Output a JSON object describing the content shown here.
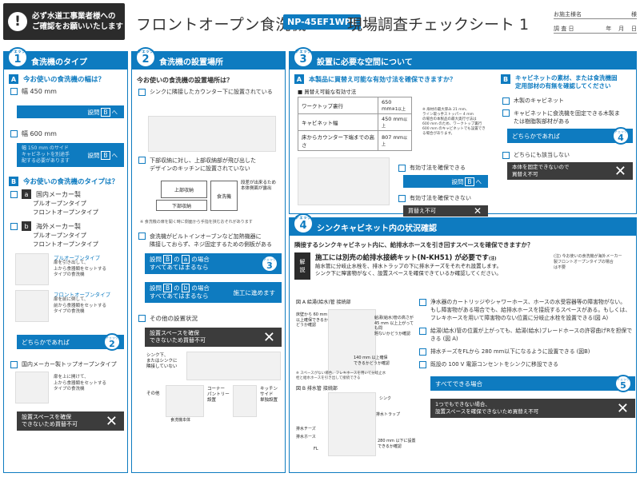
{
  "header": {
    "notice_text": "必ず水道工事業者様への\nご確認をお願いいたします",
    "title_left": "フロントオープン食洗機",
    "model": "NP-45EF1WPE",
    "title_right": "現場調査チェックシート 1",
    "customer_label": "お施主様名",
    "customer_suffix": "様",
    "date_label": "調 査 日",
    "year": "年",
    "month": "月",
    "day": "日"
  },
  "step_label": "チェック",
  "panel1": {
    "number": "1",
    "title": "食洗機のタイプ",
    "secA_letter": "A",
    "secA_q": "今お使いの食洗機の幅は？",
    "opt450": "幅 450 mm",
    "go_label": "設問",
    "go_B": "B",
    "arrow": "へ",
    "opt600": "幅 600 mm",
    "note600": "幅 150 mm のサイド\nキャビネットを別途手\n配する必要があります",
    "secB_letter": "B",
    "secB_q": "今お使いの食洗機のタイプは？",
    "opt_a_letter": "a",
    "opt_a": "国内メーカー製",
    "opt_a_sub1": "プルオープンタイプ",
    "opt_a_sub2": "フロントオープンタイプ",
    "opt_b_letter": "b",
    "opt_b": "海外メーカー製",
    "opt_b_sub1": "プルオープンタイプ",
    "opt_b_sub2": "フロントオープンタイプ",
    "pull_title": "プルオープンタイプ",
    "pull_desc": "扉を引き出して、\n上から食器類をセットする\nタイプの食洗機",
    "front_title": "フロントオープンタイプ",
    "front_desc": "扉を前に倒して、\n前から食器類をセットする\nタイプの食洗機",
    "either": "どちらかであれば",
    "goto2": "2",
    "opt_top": "国内メーカー製トップオープンタイプ",
    "top_desc": "扉を上に開けて、\n上から食器類をセットする\nタイプの食洗機",
    "ng": "設置スペースを確保\nできないため買替不可"
  },
  "panel2": {
    "number": "2",
    "title": "食洗機の設置場所",
    "q": "今お使いの食洗機の設置場所は？",
    "opt1": "シンクに隣接したカウンター下に設置されている",
    "opt2": "下部収納に対し、上部収納部が飛び出した\nデザインのキッチンに設置されていない",
    "label_upper": "上部収納",
    "label_lower": "下部収納",
    "label_dish": "食洗機",
    "label_step": "段差が出来るため\n本体側面が露出",
    "note_paint": "※ 食洗機の扉を開く時に側面から手指を挟むおそれがあります",
    "opt3": "食洗機がビルトインオーブンなど加熱機器に\n隣接しておらず、ネジ固定するための側板がある",
    "to3_prefix": "設問",
    "to3_B": "B",
    "to3_of": "の",
    "to3_a": "a",
    "to3_case": "の場合",
    "to3_sub": "すべてあてはまるなら",
    "goto3": "3",
    "to_b_prefix": "設問",
    "to_b_B": "B",
    "to_b_of": "の",
    "to_b_b": "b",
    "to_b_case": "の場合",
    "to_b_sub": "すべてあてはまるなら",
    "to_b_result": "施工に進めます",
    "other_label": "その他の設置状況",
    "ng": "設置スペースを確保\nできないため買替不可",
    "label_sink": "シンク下、\nまたはシンクに\n隣接していない",
    "label_other": "その他",
    "label_corner": "コーナー\nパントリー\n設置",
    "label_kitchen": "キッチン\nサイド\n単独設置",
    "label_body": "食洗機本体"
  },
  "panel3": {
    "number": "3",
    "title": "設置に必要な空間について",
    "secA_letter": "A",
    "secA_q": "本製品に買替え可能な有効寸法を確保できますか？",
    "table_title": "■ 買替え可能な有効寸法",
    "rows": [
      {
        "label": "ワークトップ裏行",
        "value": "650 mm",
        "note": "※1以上"
      },
      {
        "label": "キャビネット幅",
        "value": "450 mm",
        "note": "以上"
      },
      {
        "label": "床からカウンター下端までの高さ",
        "value": "807 mm",
        "note": "以上"
      }
    ],
    "table_note": "※ 扉材の最大厚み 21 mm、\nライン取っ手ストッパー 4 mm\nの場合の本製品の最大奥行寸法は\n600 mm のため、ワークトップ裏行\n600 mm のキャビネットでも設置でき\nる場合があります。",
    "ok_q": "有効寸法を確保できる",
    "ok_go": "設問",
    "ok_B": "B",
    "ok_arrow": "へ",
    "ng_q": "有効寸法を確保できない",
    "ng": "買替え不可",
    "secB_letter": "B",
    "secB_q": "キャビネットの素材、または食洗機固\n定用部材の有無を確認してください",
    "optB1": "木製のキャビネット",
    "optB2": "キャビネットに食洗機を固定できる木製ま\nたは樹脂製部材がある",
    "either": "どちらかであれば",
    "goto4": "4",
    "optB3": "どちらにも該当しない",
    "ngB": "本体を固定できないので\n買替え不可"
  },
  "panel4": {
    "number": "4",
    "title": "シンクキャビネット内の状況確認",
    "q": "隣接するシンクキャビネット内に、給排水ホースを引き回すスペースを確保できますか？",
    "kaisetsu": "解\n説",
    "kit": "施工には別売の給排水接続キット(N-KH51) が必要です",
    "kit_note_mark": "(注)",
    "kit_desc": "給水管に分岐止水栓を、排水トラップの下に排水チーズをそれぞれ設置します。\nシンク下に障害物がなく、設置スペースを確保できているか確認してください。",
    "side_note": "(注) 今お使いの食洗機が海外メーカー\n製フロントオープンタイプの場合\nは不要",
    "figA": "図 A 給湯(給水)管 接続部",
    "figA_1": "床壁から 60 mm\n以上確保できるか\nどうか確認",
    "figA_2": "給湯(給水)管の高さが\n45 mm 以上上がっても問\n題ないかどうか確認",
    "figA_3": "140 mm 以上確保\nできるかどうか確認",
    "figA_note": "※ スペースがない場合、フレキホースを用いて分岐止水\n栓と給水ホースを引き出して接続できる",
    "figB": "図 B 排水管 接続部",
    "figB_1": "シンク",
    "figB_2": "排水トラップ",
    "figB_3": "排水チーズ",
    "figB_4": "排水ホース",
    "figB_5": "280 mm 以下に設置\nできるか確認",
    "figB_fl": "FL",
    "c1": "浄水器のカートリッジやシャワーホース、ホースの水受容器等の障害物がない。\nもし障害物がある場合でも、給排水ホースを接続するスペースがある。もしくは、フレキホースを用いて障害物のない位置に分岐止水栓を設置できる(図 A)",
    "c2": "給湯(給水)管の位置が上がっても、給湯(給水)ブレードホースの許容曲げRを担保できる (図 A)",
    "c3": "排水チーズをFLから 280 mm以下になるように設置できる (図B)",
    "c4": "既設の 100 V 電源コンセントをシンクに移設できる",
    "all_ok": "すべてできる場合",
    "goto5": "5",
    "ng": "1つでもできない場合、\n設置スペースを確保できないため買替え不可"
  },
  "colors": {
    "accent": "#0e7bc0",
    "dark": "#3c3c3c",
    "light": "#f1f1f1"
  },
  "icons": [
    "exclamation-icon",
    "checkbox-icon",
    "x-mark-icon",
    "arrow-icon"
  ]
}
